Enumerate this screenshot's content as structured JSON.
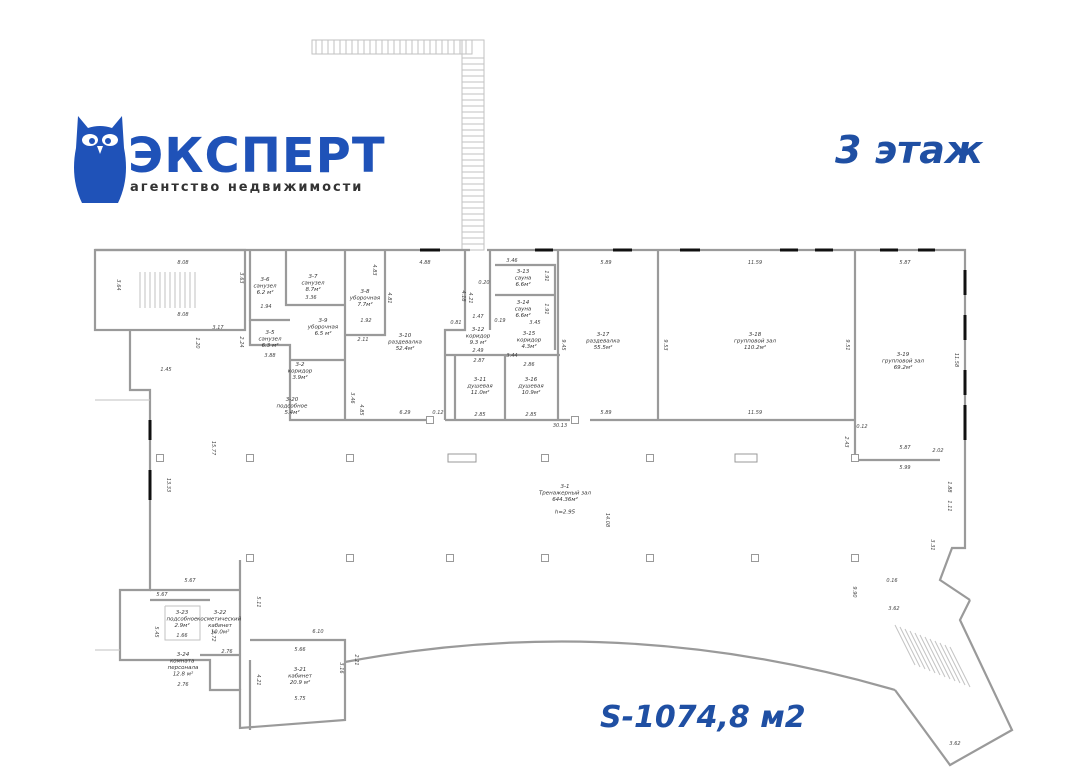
{
  "logo": {
    "brand": "ЭКСПЕРТ",
    "tagline": "агентство недвижимости",
    "color": "#1f52b8"
  },
  "floor_label": "3 этаж",
  "total_area": "S-1074,8 м2",
  "accent_color": "#1f4fa3",
  "rooms": [
    {
      "id": "3-1",
      "name": "Тренажерный зал",
      "area": "644.36м²",
      "extra": "h=2.95"
    },
    {
      "id": "3-2",
      "name": "коридор",
      "area": "3.9м²"
    },
    {
      "id": "3-5",
      "name": "санузел",
      "area": "6.3 м²"
    },
    {
      "id": "3-6",
      "name": "санузел",
      "area": "6.2 м²"
    },
    {
      "id": "3-7",
      "name": "санузел",
      "area": "8.7м²"
    },
    {
      "id": "3-8",
      "name": "уборочная",
      "area": "7.7м²"
    },
    {
      "id": "3-9",
      "name": "уборочная",
      "area": "6.5 м²"
    },
    {
      "id": "3-10",
      "name": "раздевалка",
      "area": "52.4м²"
    },
    {
      "id": "3-11",
      "name": "душевая",
      "area": "11.0м²"
    },
    {
      "id": "3-12",
      "name": "коридор",
      "area": "9.3 м²"
    },
    {
      "id": "3-13",
      "name": "сауна",
      "area": "6.6м²"
    },
    {
      "id": "3-14",
      "name": "сауна",
      "area": "6.6м²"
    },
    {
      "id": "3-15",
      "name": "коридор",
      "area": "4.3м²"
    },
    {
      "id": "3-16",
      "name": "душевая",
      "area": "10.9м²"
    },
    {
      "id": "3-17",
      "name": "раздевалка",
      "area": "55.5м²"
    },
    {
      "id": "3-18",
      "name": "групповой зал",
      "area": "110.2м²"
    },
    {
      "id": "3-19",
      "name": "групповой зал",
      "area": "69.2м²"
    },
    {
      "id": "3-20",
      "name": "подсобное",
      "area": "5.4м²"
    },
    {
      "id": "3-21",
      "name": "кабинет",
      "area": "20.9 м²"
    },
    {
      "id": "3-22",
      "name": "косметический кабинет",
      "area": "10.0м²"
    },
    {
      "id": "3-23",
      "name": "подсобное",
      "area": "2.9м²"
    },
    {
      "id": "3-24",
      "name": "комната персонала",
      "area": "12.8 м²"
    }
  ],
  "dimensions": [
    "8.08",
    "8.08",
    "3.64",
    "3.63",
    "4.88",
    "3.46",
    "5.89",
    "11.59",
    "5.87",
    "11.58",
    "9.45",
    "9.53",
    "9.51",
    "5.89",
    "11.59",
    "30.13",
    "6.29",
    "0.12",
    "2.85",
    "2.85",
    "5.87",
    "5.99",
    "2.02",
    "2.43",
    "0.12",
    "15.77",
    "13.33",
    "1.45",
    "1.20",
    "3.17",
    "5.67",
    "5.67",
    "5.45",
    "5.11",
    "6.10",
    "5.66",
    "5.75",
    "4.21",
    "3.16",
    "2.21",
    "14.08",
    "1.88",
    "1.11",
    "3.31",
    "9.90",
    "0.16",
    "3.62",
    "3.62",
    "4.85",
    "3.46",
    "2.24",
    "1.94",
    "3.88",
    "3.36",
    "1.92",
    "2.11",
    "4.81",
    "4.83",
    "2.87",
    "2.86",
    "3.44",
    "2.49",
    "1.47",
    "4.21",
    "4.18",
    "0.20",
    "1.91",
    "1.91",
    "3.45",
    "0.19",
    "0.81",
    "2.76",
    "2.76",
    "1.66",
    "2.72"
  ]
}
